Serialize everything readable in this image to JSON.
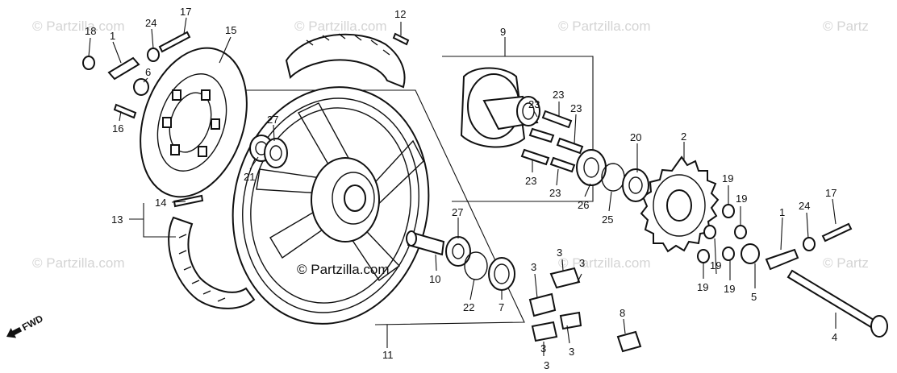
{
  "watermark": {
    "brand": "© Partzilla.com",
    "brand_short": "© Partz"
  },
  "direction": {
    "label": "FWD"
  },
  "callouts": {
    "c1a": "1",
    "c1b": "1",
    "c2": "2",
    "c3a": "3",
    "c3b": "3",
    "c3c": "3",
    "c3d": "3",
    "c3e": "3",
    "c3f": "3",
    "c4": "4",
    "c5": "5",
    "c6": "6",
    "c7": "7",
    "c8": "8",
    "c9": "9",
    "c10": "10",
    "c11": "11",
    "c12": "12",
    "c13": "13",
    "c14": "14",
    "c15": "15",
    "c16": "16",
    "c17a": "17",
    "c17b": "17",
    "c18": "18",
    "c19a": "19",
    "c19b": "19",
    "c19c": "19",
    "c19d": "19",
    "c19e": "19",
    "c20": "20",
    "c21": "21",
    "c22": "22",
    "c23a": "23",
    "c23b": "23",
    "c23c": "23",
    "c23d": "23",
    "c23e": "23",
    "c24a": "24",
    "c24b": "24",
    "c25": "25",
    "c26": "26",
    "c27a": "27",
    "c27b": "27"
  }
}
